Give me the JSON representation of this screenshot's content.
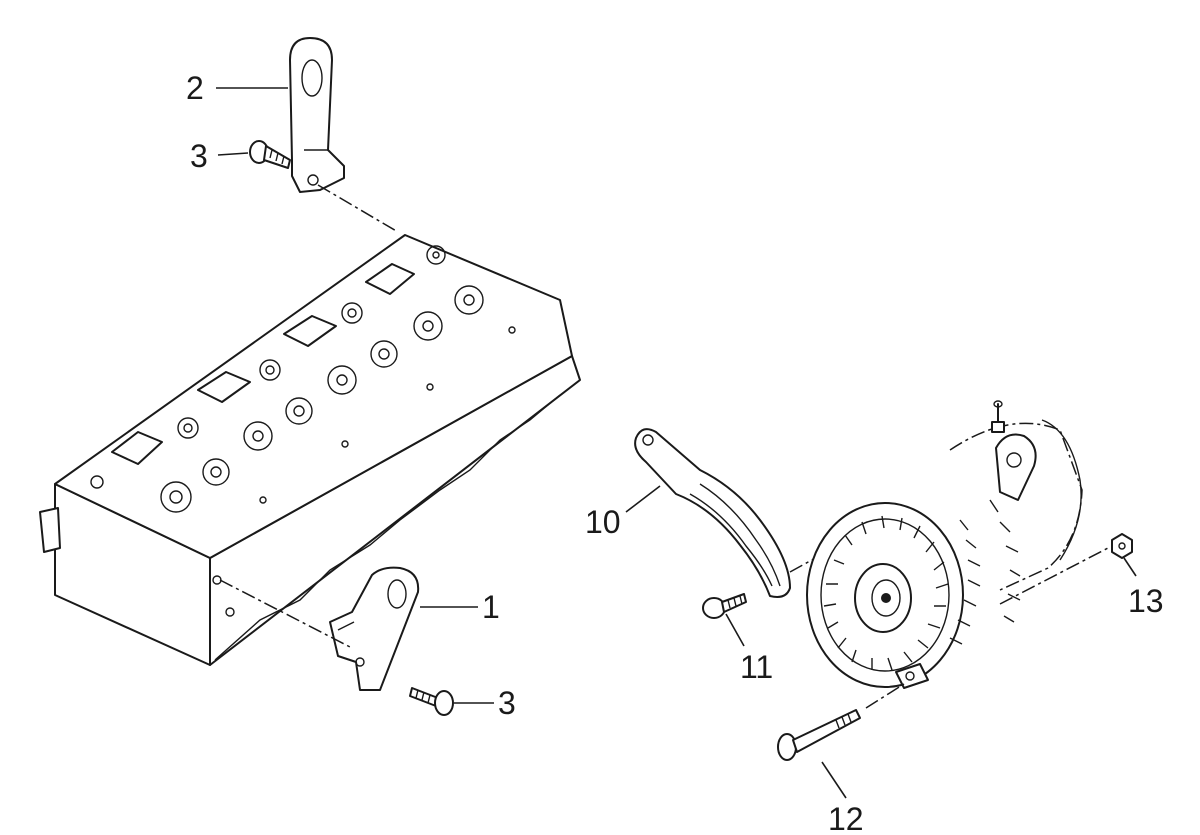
{
  "diagram": {
    "labels": {
      "part_1": "1",
      "part_2": "2",
      "part_3_top": "3",
      "part_3_bottom": "3",
      "part_10": "10",
      "part_11": "11",
      "part_12": "12",
      "part_13": "13"
    }
  }
}
